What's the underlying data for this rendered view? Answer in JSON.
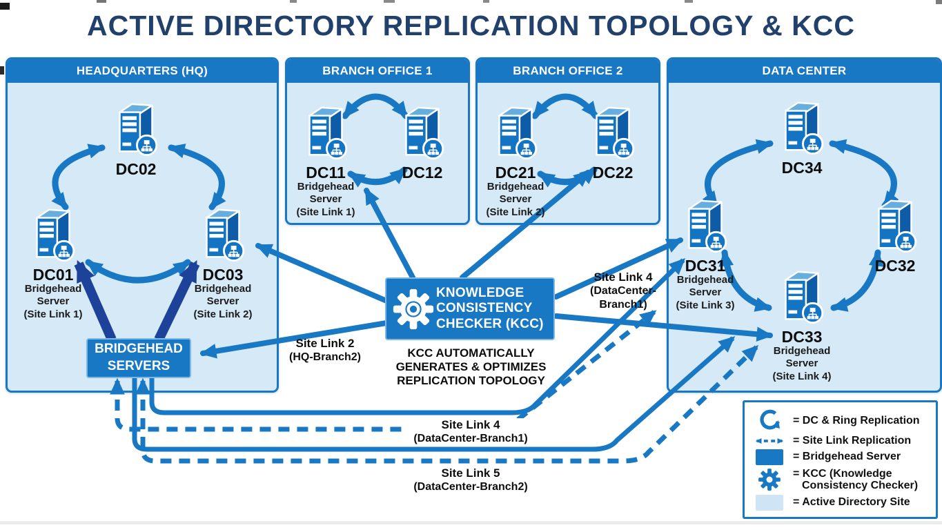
{
  "title": "ACTIVE DIRECTORY REPLICATION TOPOLOGY & KCC",
  "colors": {
    "accent": "#1878c4",
    "navy": "#1c429a",
    "site_bg": "#d6e9f7",
    "title_color": "#21406b"
  },
  "sites": {
    "hq": {
      "title": "HEADQUARTERS (HQ)"
    },
    "branch1": {
      "title": "BRANCH OFFICE 1"
    },
    "branch2": {
      "title": "BRANCH OFFICE 2"
    },
    "datacenter": {
      "title": "DATA CENTER"
    }
  },
  "servers": {
    "dc02": {
      "label": "DC02"
    },
    "dc01": {
      "label": "DC01",
      "sub": [
        "Bridgehead",
        "Server",
        "(Site Link 1)"
      ]
    },
    "dc03": {
      "label": "DC03",
      "sub": [
        "Bridgehead",
        "Server",
        "(Site Link 2)"
      ]
    },
    "dc11": {
      "label": "DC11",
      "sub": [
        "Bridgehead",
        "Server",
        "(Site Link 1)"
      ]
    },
    "dc12": {
      "label": "DC12"
    },
    "dc21": {
      "label": "DC21",
      "sub": [
        "Bridgehead",
        "Server",
        "(Site Link 2)"
      ]
    },
    "dc22": {
      "label": "DC22"
    },
    "dc34": {
      "label": "DC34"
    },
    "dc31": {
      "label": "DC31",
      "sub": [
        "Bridgehead",
        "Server",
        "(Site Link 3)"
      ]
    },
    "dc32": {
      "label": "DC32"
    },
    "dc33": {
      "label": "DC33",
      "sub": [
        "Bridgehead",
        "Server",
        "(Site Link 4)"
      ]
    }
  },
  "bridgehead_box": {
    "lines": [
      "BRIDGEHEAD",
      "SERVERS"
    ]
  },
  "kcc": {
    "box_lines": [
      "KNOWLEDGE",
      "CONSISTENCY",
      "CHECKER (KCC)"
    ],
    "caption_lines": [
      "KCC AUTOMATICALLY",
      "GENERATES & OPTIMIZES",
      "REPLICATION TOPOLOGY"
    ]
  },
  "site_link_labels": {
    "sl2": {
      "lines": [
        "Site Link 2",
        "(HQ-Branch2)"
      ]
    },
    "sl4_right": {
      "lines": [
        "Site Link 4",
        "(DataCenter-",
        "Branch1)"
      ]
    },
    "sl4_bottom": {
      "lines": [
        "Site Link 4",
        "(DataCenter-Branch1)"
      ]
    },
    "sl5": {
      "lines": [
        "Site Link 5",
        "(DataCenter-Branch2)"
      ]
    }
  },
  "legend": {
    "ring": "= DC & Ring Replication",
    "sitelink": "= Site Link Replication",
    "bridgehead": "= Bridgehead Server",
    "kcc_line1": "= KCC (Knowledge",
    "kcc_line2": "Consistency Checker)",
    "adsite": "= Active Directory Site"
  }
}
